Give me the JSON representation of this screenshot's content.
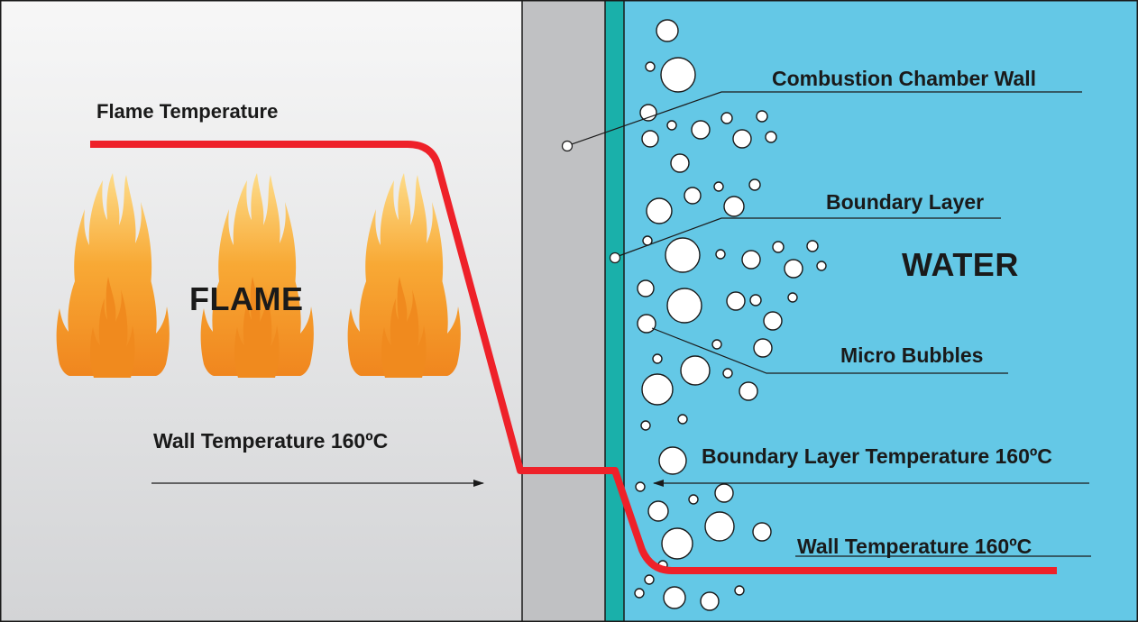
{
  "labels": {
    "flame_temperature": "Flame Temperature",
    "flame": "FLAME",
    "wall_temperature_left": "Wall Temperature 160ºC",
    "combustion_chamber_wall": "Combustion Chamber Wall",
    "boundary_layer": "Boundary Layer",
    "water": "WATER",
    "micro_bubbles": "Micro Bubbles",
    "boundary_layer_temperature": "Boundary Layer Temperature 160ºC",
    "wall_temperature_right": "Wall Temperature 160ºC"
  },
  "colors": {
    "flame_region": "#d9dadb",
    "chamber_wall": "#c0c1c3",
    "boundary_layer": "#1ab0aa",
    "water": "#64c8e6",
    "temperature_line": "#ee2129",
    "flame_outer": "#f59a23",
    "flame_inner": "#fdd16b",
    "bubble_fill": "#ffffff"
  }
}
